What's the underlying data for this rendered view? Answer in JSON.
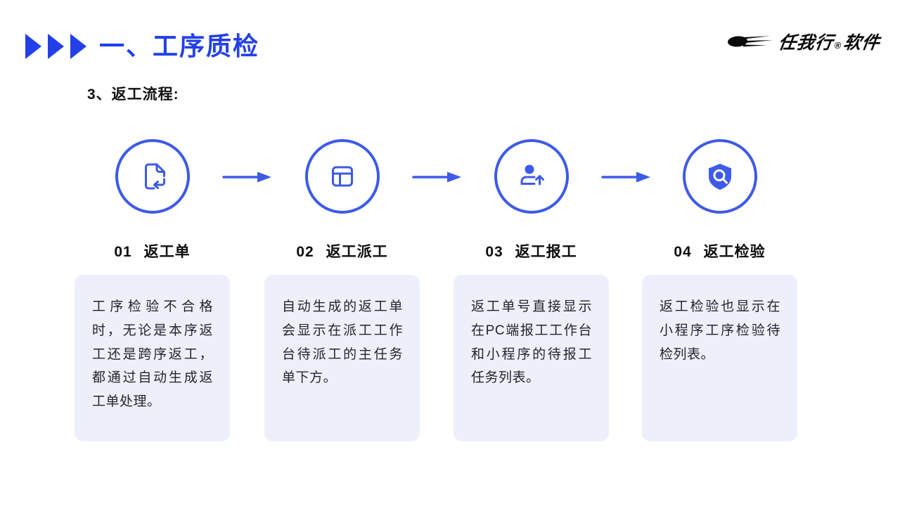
{
  "page": {
    "background": "#ffffff"
  },
  "accent_color": "#3d5be8",
  "title_color": "#2340e8",
  "card_background": "#edf0fa",
  "header": {
    "title": "一、工序质检",
    "chevrons_icon": "triple-right-triangles-icon"
  },
  "logo": {
    "swoosh_icon": "speed-swoosh-icon",
    "text_main": "任我行",
    "separator": "®",
    "text_sub": "软件"
  },
  "subtitle": "3、返工流程:",
  "steps": [
    {
      "number": "01",
      "label": "返工单",
      "icon": "document-return-icon",
      "description": "工序检验不合格时，无论是本序返工还是跨序返工，都通过自动生成返工单处理。"
    },
    {
      "number": "02",
      "label": "返工派工",
      "icon": "layout-panel-icon",
      "description": "自动生成的返工单会显示在派工工作台待派工的主任务单下方。"
    },
    {
      "number": "03",
      "label": "返工报工",
      "icon": "user-upload-icon",
      "description": "返工单号直接显示在PC端报工工作台和小程序的待报工任务列表。"
    },
    {
      "number": "04",
      "label": "返工检验",
      "icon": "shield-search-icon",
      "description": "返工检验也显示在小程序工序检验待检列表。"
    }
  ],
  "flow": {
    "arrow_icon": "right-arrow-icon",
    "arrow_count": 3
  }
}
